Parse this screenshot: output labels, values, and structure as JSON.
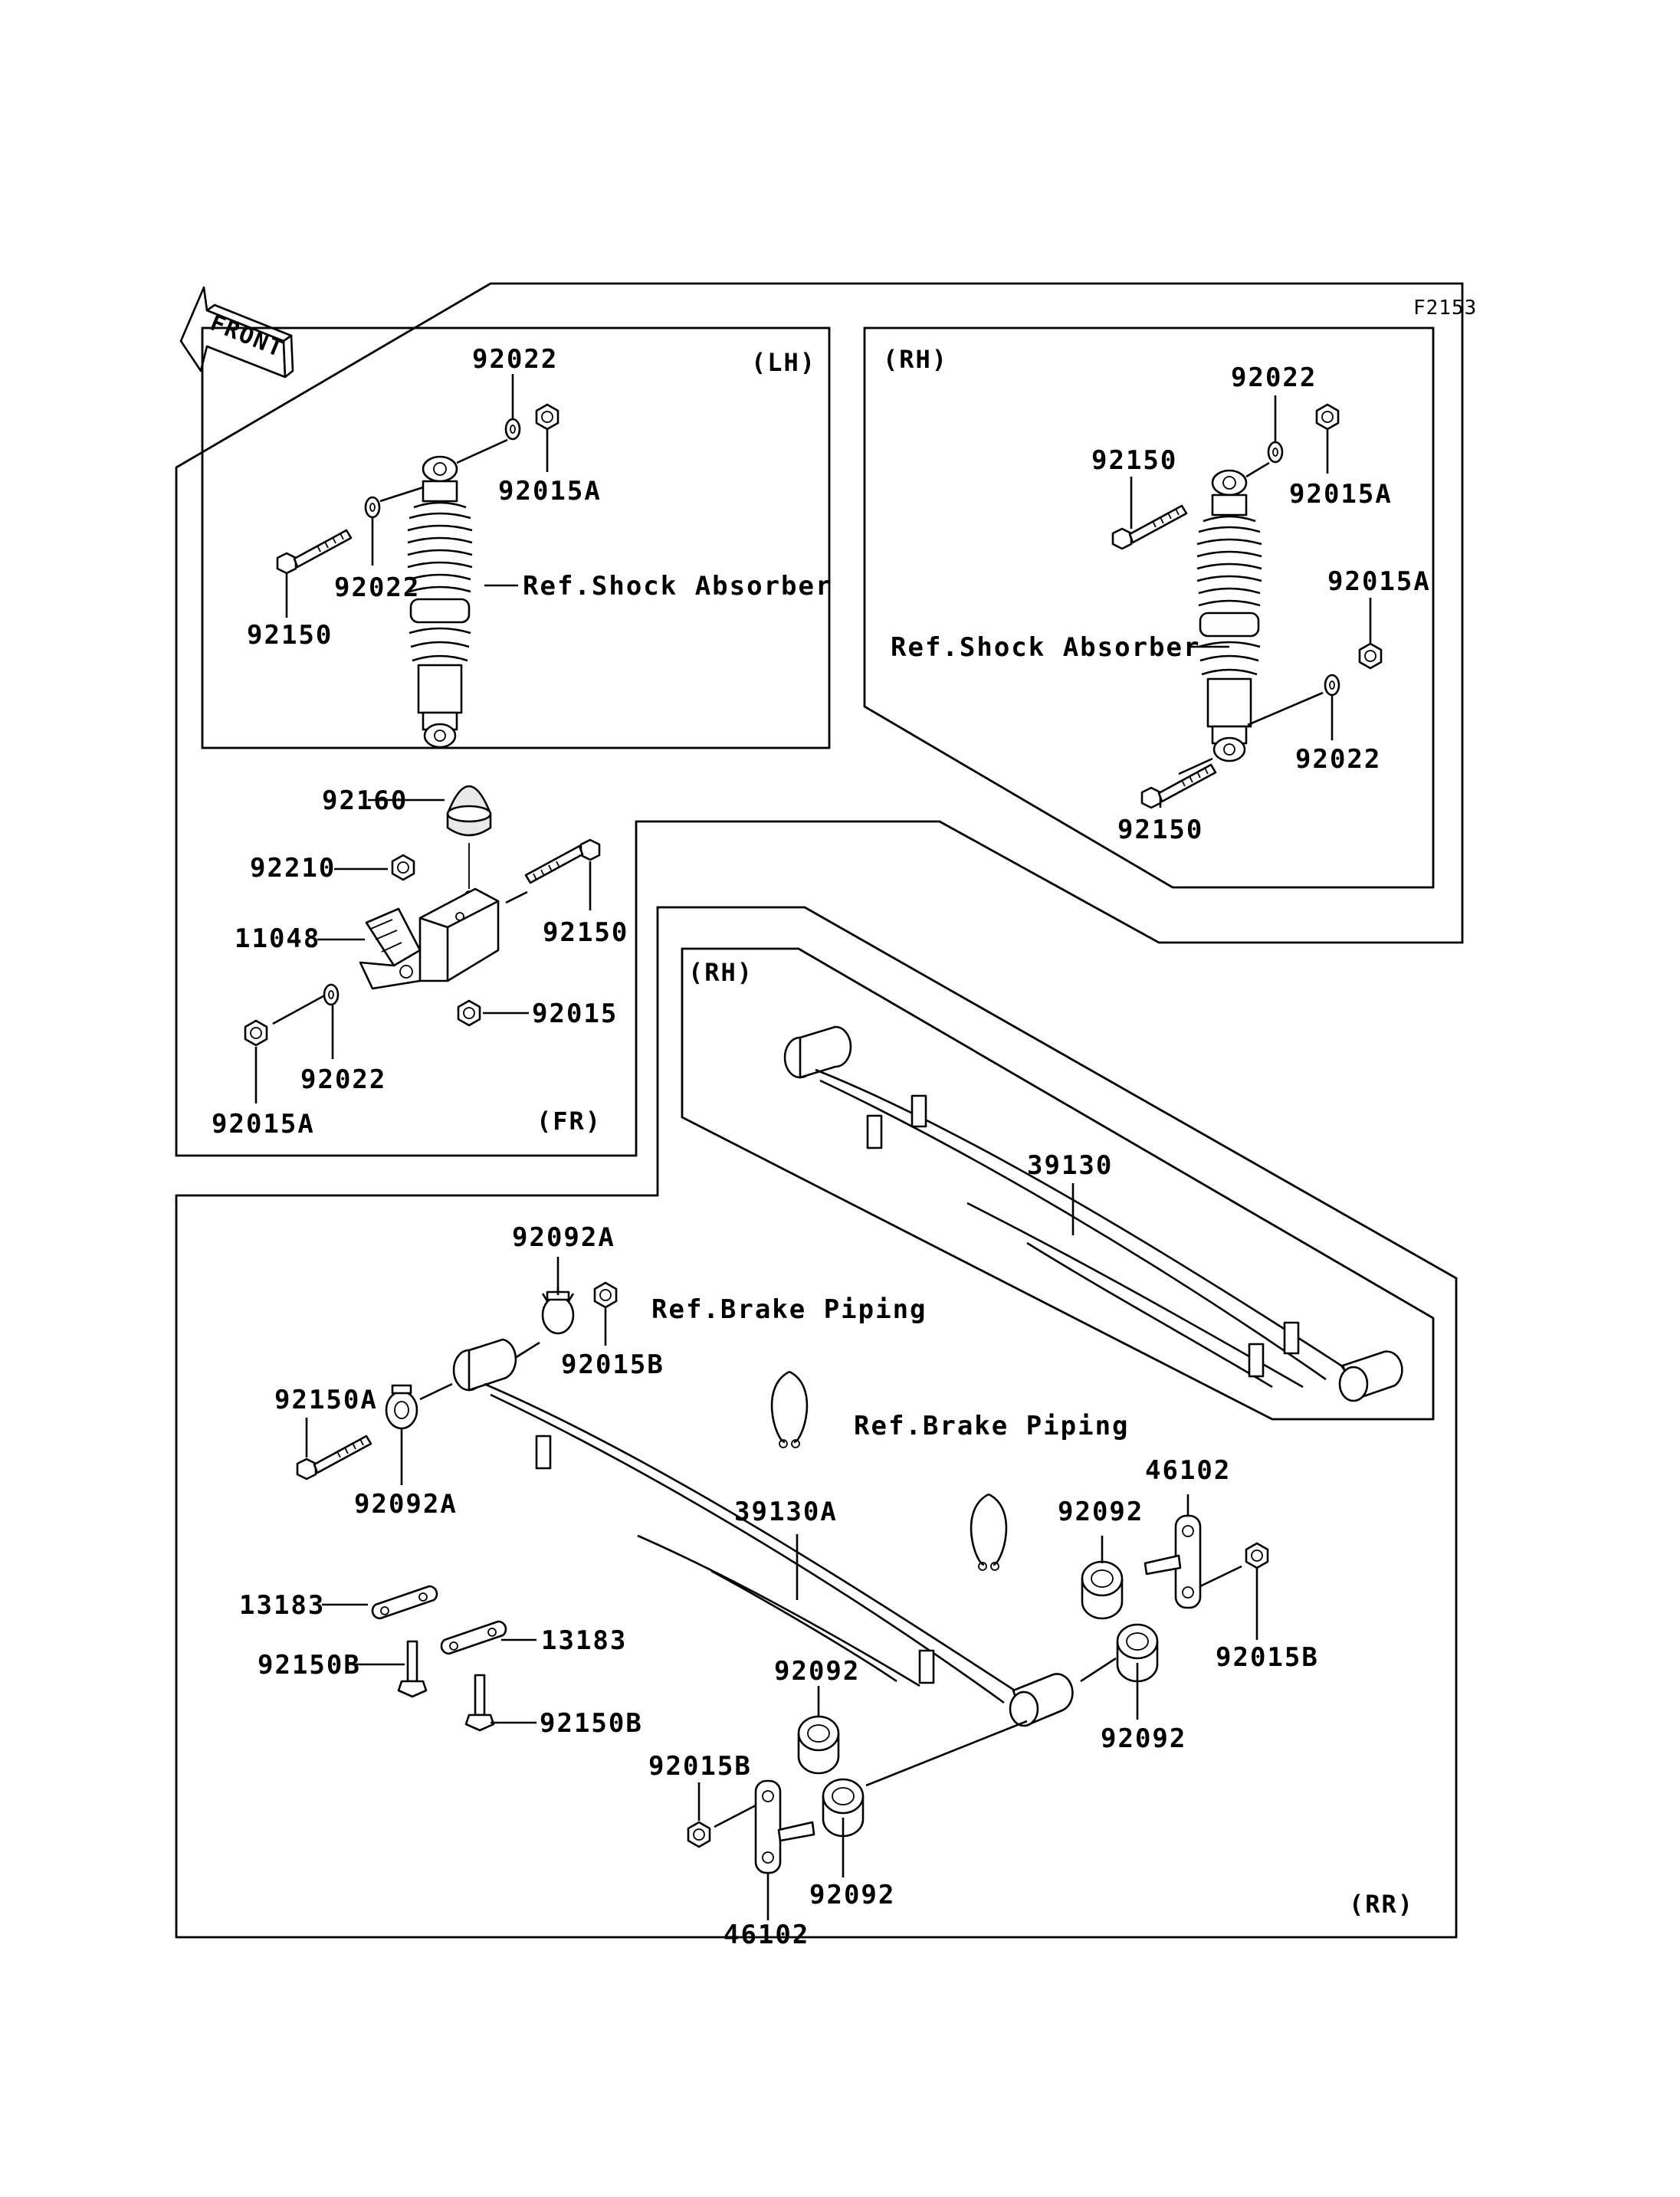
{
  "figure_code": "F2153",
  "front_label": "FRONT",
  "sections": {
    "lh": "(LH)",
    "rh_shock": "(RH)",
    "fr": "(FR)",
    "rh_spring": "(RH)",
    "rr": "(RR)"
  },
  "refs": {
    "shock_lh": "Ref.Shock Absorber",
    "shock_rh": "Ref.Shock Absorber",
    "brake_1": "Ref.Brake Piping",
    "brake_2": "Ref.Brake Piping"
  },
  "parts": {
    "lh_92022_top": "92022",
    "lh_92015A": "92015A",
    "lh_92022": "92022",
    "lh_92150": "92150",
    "rh_92022_top": "92022",
    "rh_92150_top": "92150",
    "rh_92015A_top": "92015A",
    "rh_92015A": "92015A",
    "rh_92022": "92022",
    "rh_92150": "92150",
    "fr_92160": "92160",
    "fr_92210": "92210",
    "fr_11048": "11048",
    "fr_92150": "92150",
    "fr_92015": "92015",
    "fr_92022": "92022",
    "fr_92015A": "92015A",
    "sp_39130": "39130",
    "rr_92092A_top": "92092A",
    "rr_92015B_top": "92015B",
    "rr_92150A": "92150A",
    "rr_92092A": "92092A",
    "rr_39130A": "39130A",
    "rr_13183_l": "13183",
    "rr_92150B_l": "92150B",
    "rr_13183_r": "13183",
    "rr_92150B_r": "92150B",
    "rr_46102_top": "46102",
    "rr_92092_r1": "92092",
    "rr_92015B_r": "92015B",
    "rr_92092_r2": "92092",
    "rr_92092_m1": "92092",
    "rr_92015B_l": "92015B",
    "rr_92092_m2": "92092",
    "rr_46102_bot": "46102"
  }
}
